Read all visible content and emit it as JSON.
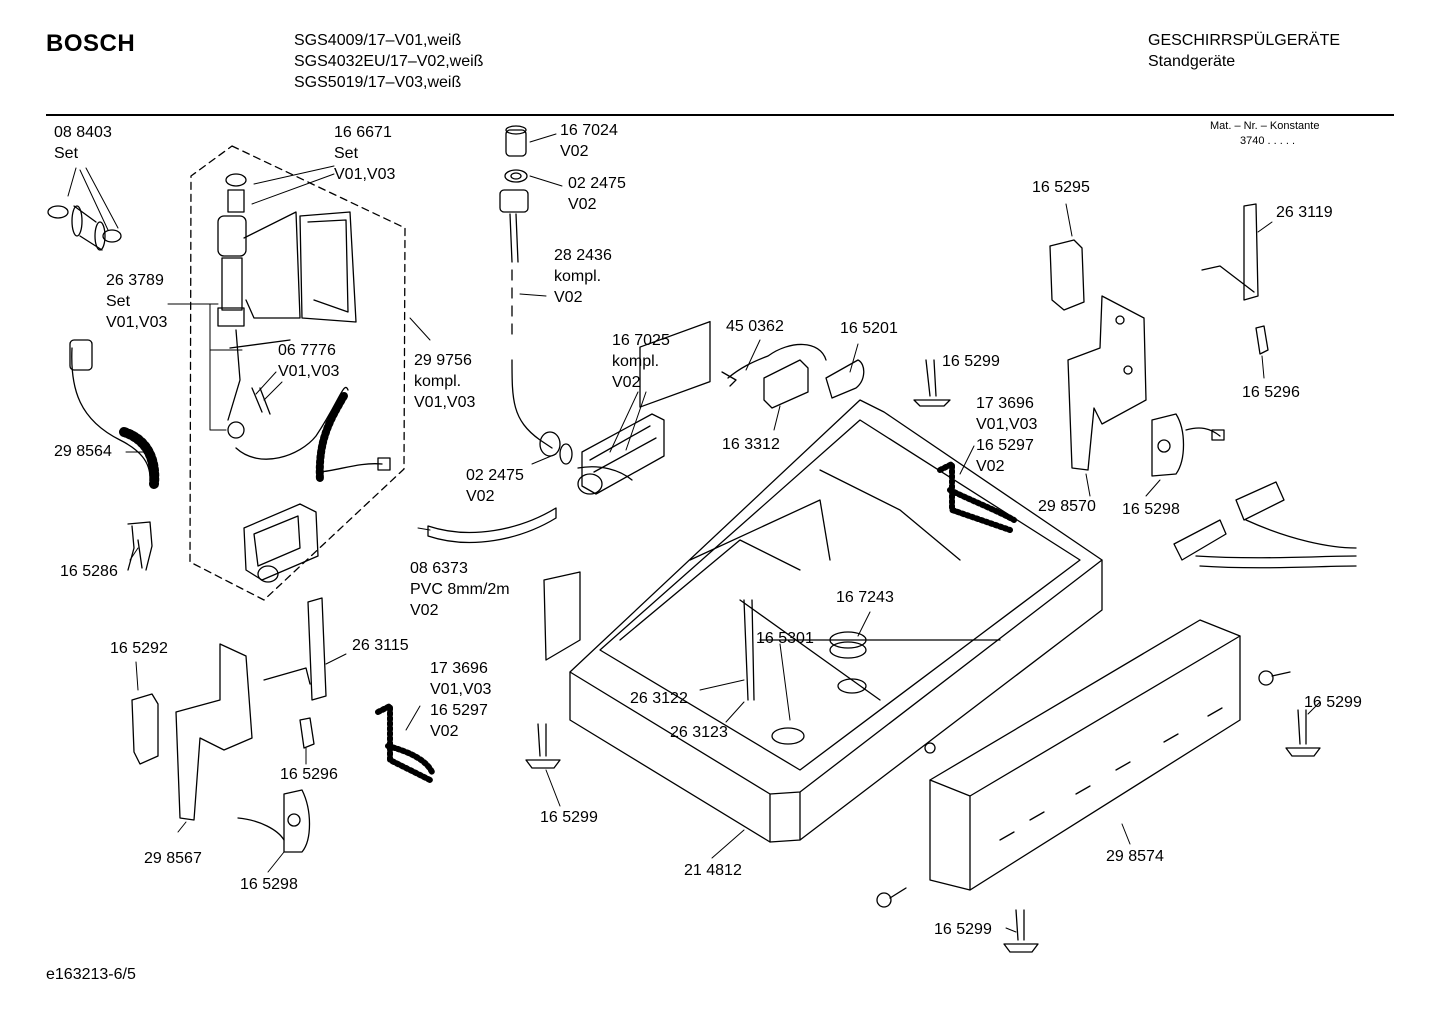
{
  "header": {
    "brand": "BOSCH",
    "models": [
      "SGS4009/17–V01,weiß",
      "SGS4032EU/17–V02,weiß",
      "SGS5019/17–V03,weiß"
    ],
    "category": "GESCHIRRSPÜLGERÄTE",
    "subcategory": "Standgeräte",
    "mat_label": "Mat. – Nr. – Konstante",
    "mat_value": "3740  .  .  .  .  ."
  },
  "footer": {
    "drawing_id": "e163213-6/5"
  },
  "labels": [
    {
      "key": "p088403",
      "lines": [
        "08 8403",
        "Set"
      ]
    },
    {
      "key": "p166671",
      "lines": [
        "16 6671",
        "Set",
        "V01,V03"
      ]
    },
    {
      "key": "p263789",
      "lines": [
        "26 3789",
        "Set",
        "V01,V03"
      ]
    },
    {
      "key": "p067776",
      "lines": [
        "06 7776",
        "V01,V03"
      ]
    },
    {
      "key": "p299756",
      "lines": [
        "29 9756",
        "kompl.",
        "V01,V03"
      ]
    },
    {
      "key": "p298564",
      "lines": [
        "29 8564"
      ]
    },
    {
      "key": "p165286",
      "lines": [
        "16 5286"
      ]
    },
    {
      "key": "p167024",
      "lines": [
        "16 7024",
        "V02"
      ]
    },
    {
      "key": "p022475a",
      "lines": [
        "02 2475",
        "V02"
      ]
    },
    {
      "key": "p282436",
      "lines": [
        "28 2436",
        "kompl.",
        "V02"
      ]
    },
    {
      "key": "p167025",
      "lines": [
        "16 7025",
        "kompl.",
        "V02"
      ]
    },
    {
      "key": "p022475b",
      "lines": [
        "02 2475",
        "V02"
      ]
    },
    {
      "key": "p086373",
      "lines": [
        "08 6373",
        "PVC 8mm/2m",
        "V02"
      ]
    },
    {
      "key": "p450362",
      "lines": [
        "45 0362"
      ]
    },
    {
      "key": "p165201",
      "lines": [
        "16 5201"
      ]
    },
    {
      "key": "p163312",
      "lines": [
        "16 3312"
      ]
    },
    {
      "key": "p165299a",
      "lines": [
        "16 5299"
      ]
    },
    {
      "key": "p173696a",
      "lines": [
        "17 3696",
        "V01,V03",
        "16 5297",
        "V02"
      ]
    },
    {
      "key": "p165295",
      "lines": [
        "16 5295"
      ]
    },
    {
      "key": "p263119",
      "lines": [
        "26 3119"
      ]
    },
    {
      "key": "p165296a",
      "lines": [
        "16 5296"
      ]
    },
    {
      "key": "p298570",
      "lines": [
        "29 8570"
      ]
    },
    {
      "key": "p165298a",
      "lines": [
        "16 5298"
      ]
    },
    {
      "key": "p165292",
      "lines": [
        "16 5292"
      ]
    },
    {
      "key": "p263115",
      "lines": [
        "26 3115"
      ]
    },
    {
      "key": "p165296b",
      "lines": [
        "16 5296"
      ]
    },
    {
      "key": "p298567",
      "lines": [
        "29 8567"
      ]
    },
    {
      "key": "p165298b",
      "lines": [
        "16 5298"
      ]
    },
    {
      "key": "p173696b",
      "lines": [
        "17 3696",
        "V01,V03",
        "16 5297",
        "V02"
      ]
    },
    {
      "key": "p167243",
      "lines": [
        "16 7243"
      ]
    },
    {
      "key": "p165301",
      "lines": [
        "16 5301"
      ]
    },
    {
      "key": "p263122",
      "lines": [
        "26 3122"
      ]
    },
    {
      "key": "p263123",
      "lines": [
        "26 3123"
      ]
    },
    {
      "key": "p165299b",
      "lines": [
        "16 5299"
      ]
    },
    {
      "key": "p214812",
      "lines": [
        "21 4812"
      ]
    },
    {
      "key": "p165299c",
      "lines": [
        "16 5299"
      ]
    },
    {
      "key": "p298574",
      "lines": [
        "29 8574"
      ]
    },
    {
      "key": "p165299d",
      "lines": [
        "16 5299"
      ]
    }
  ]
}
